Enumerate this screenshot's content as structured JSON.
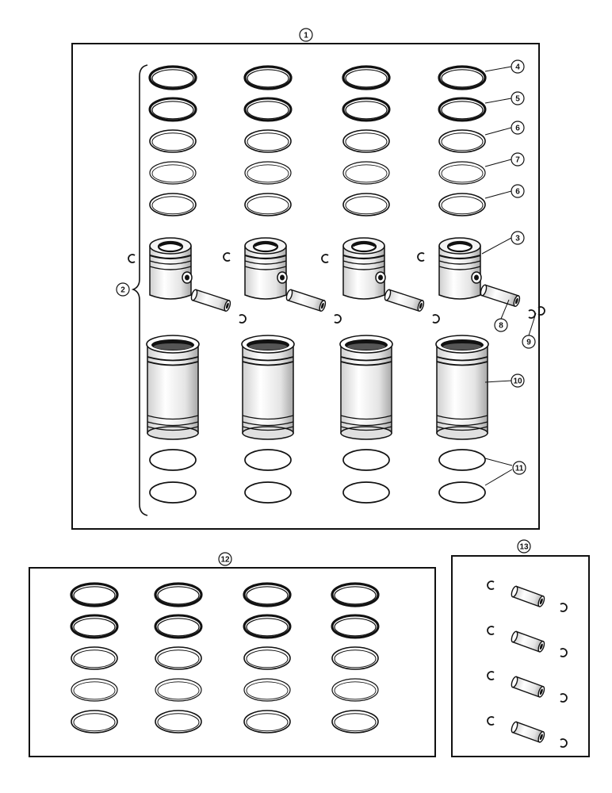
{
  "diagram": {
    "kit_label": "1",
    "set_label": "2",
    "piston_label": "3",
    "ring_labels": [
      "4",
      "5",
      "6",
      "7",
      "6"
    ],
    "pin_label": "8",
    "retainer_label": "9",
    "sleeve_label": "10",
    "seal_label": "11",
    "ring_kit_label": "12",
    "pin_kit_label": "13",
    "cylinder_count": 4,
    "rings_per_piston": 5,
    "seals_per_sleeve": 2,
    "pin_sets_in_kit": 4,
    "ink_color": "#111111"
  }
}
